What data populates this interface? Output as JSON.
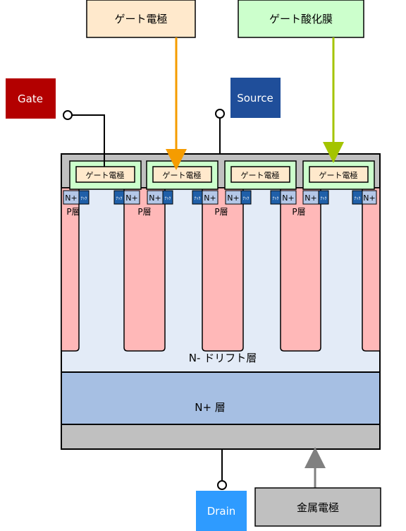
{
  "callouts": {
    "gate_electrode": "ゲート電極",
    "gate_oxide": "ゲート酸化膜",
    "metal_electrode": "金属電極"
  },
  "terminals": {
    "gate": "Gate",
    "source": "Source",
    "drain": "Drain"
  },
  "cells": {
    "gate_label": "ゲート電極",
    "n_plus": "N+",
    "p_layer": "P層",
    "contact_label": "ﾅｯｸ"
  },
  "layers": {
    "drift": "N- ドリフト層",
    "n_plus_layer": "N+ 層"
  },
  "colors": {
    "gate_box": "#ffe9cc",
    "oxide_box": "#ccffcc",
    "gate_terminal": "#b30000",
    "source_terminal": "#1f4e9a",
    "drain_terminal": "#2e9bff",
    "metal_box": "#c0c0c0",
    "p_region": "#ffb8b8",
    "drift": "#e3ebf7",
    "n_plus_layer": "#a6bfe3",
    "orange_arrow": "#f59c00",
    "green_arrow": "#a4c400"
  }
}
